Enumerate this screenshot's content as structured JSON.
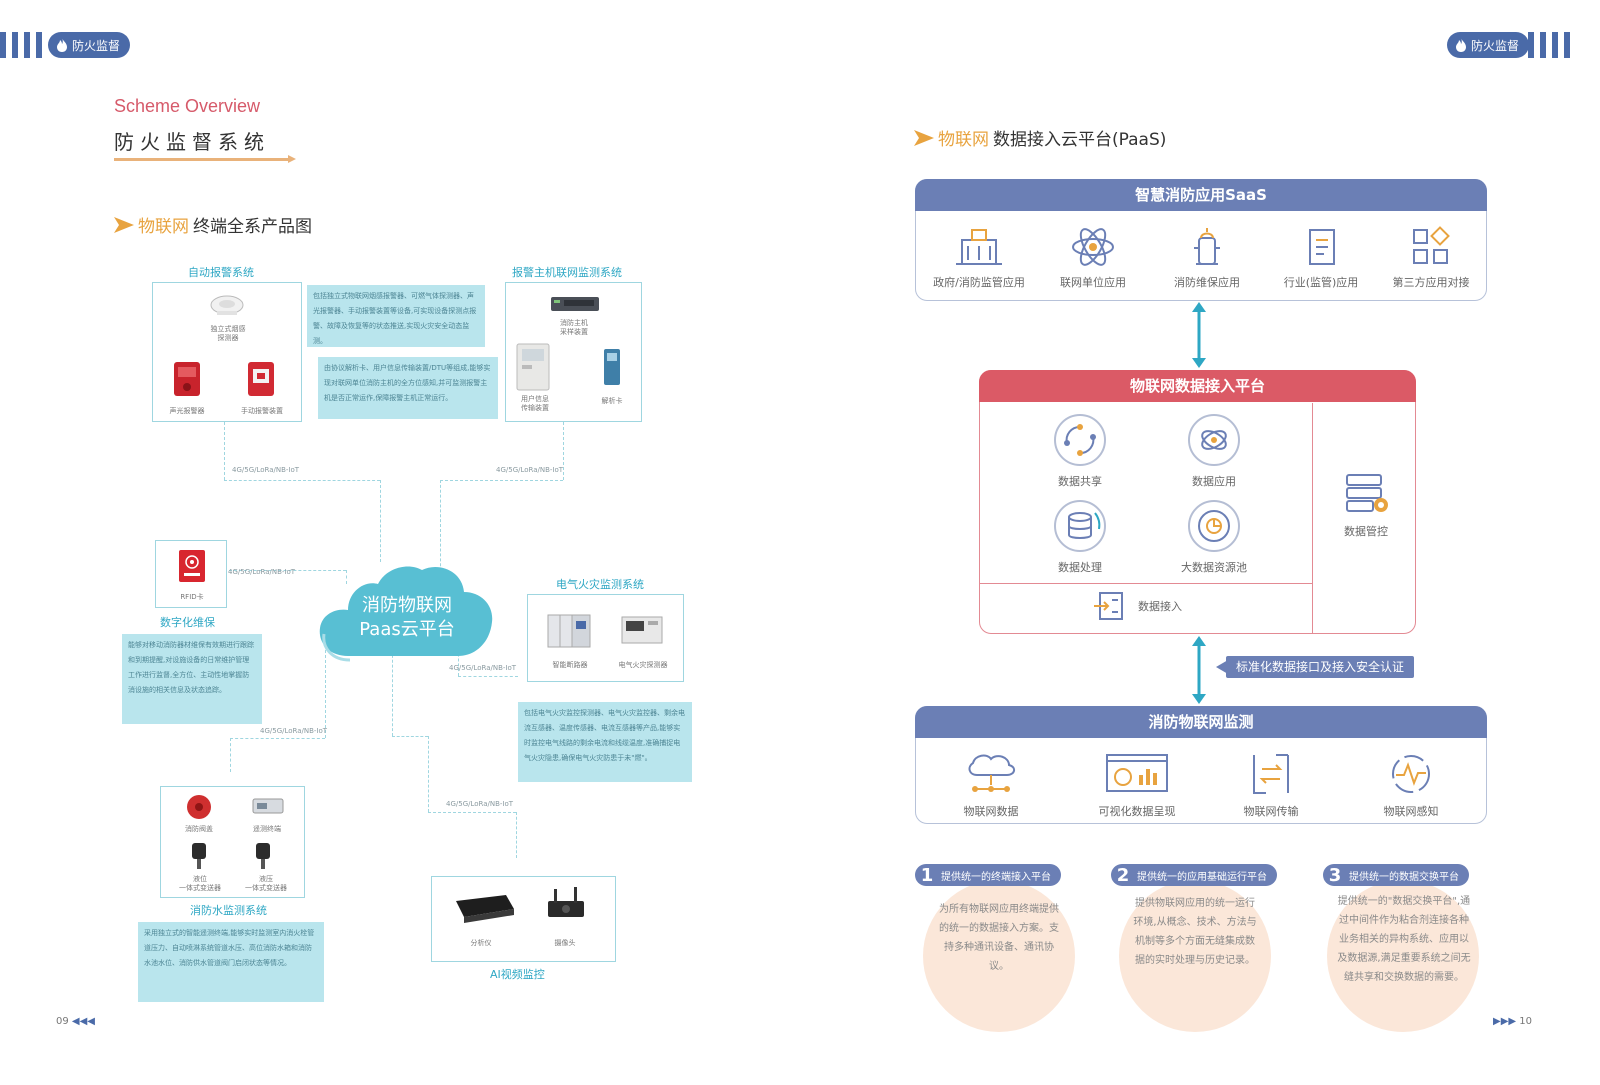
{
  "header": {
    "badge_left": "防火监督",
    "badge_right": "防火监督"
  },
  "left": {
    "scheme_en": "Scheme Overview",
    "scheme_cn": "防火监督系统",
    "section_title_hl": "物联网",
    "section_title_rest": "终端全系产品图",
    "auto_alarm": {
      "title": "自动报警系统",
      "items": [
        "独立式烟感\n探测器",
        "声光报警器",
        "手动报警装置"
      ],
      "note": "包括独立式物联网烟感报警器、可燃气体探测器、声光报警器、手动报警装置等设备,可实现设备探测点报警、故障及恢复等的状态推送,实现火灾安全动态监测。"
    },
    "host_monitor": {
      "title": "报警主机联网监测系统",
      "items": [
        "消防主机\n采样装置",
        "用户信息\n传输装置",
        "解析卡"
      ],
      "note": "由协议解析卡、用户信息传输装置/DTU等组成,能够实现对联网单位消防主机的全方位感知,并可监测报警主机是否正常运作,保障报警主机正常运行。"
    },
    "protocol": "4G/5G/LoRa/NB-IoT",
    "protocol_alt": "4G/5G/LoRa/NB-IoT",
    "rfid": {
      "item": "RFID卡",
      "title": "数字化维保",
      "note": "能够对移动消防器材维保有效期进行跟踪和到期提醒,对设施设备的日常维护管理工作进行监督,全方位、主动性地掌握防消设施的相关信息及状态追踪。"
    },
    "cloud": {
      "line1": "消防物联网",
      "line2": "Paas云平台"
    },
    "electric": {
      "title": "电气火灾监测系统",
      "items": [
        "智能断路器",
        "电气火灾探测器"
      ],
      "note": "包括电气火灾监控探测器、电气火灾监控器、剩余电流互感器、温度传感器、电流互感器等产品,能够实时监控电气线路的剩余电流和线缆温度,准确捕捉电气火灾隐患,确保电气火灾防患于未\"燃\"。"
    },
    "water": {
      "title": "消防水监测系统",
      "items": [
        "消防阀盖",
        "遥测终端",
        "液位\n一体式变送器",
        "液压\n一体式变送器"
      ],
      "note": "采用独立式的智能遥测终端,能够实时监测室内消火栓管道压力、自动喷淋系统管道水压、高位消防水箱和消防水池水位、消防供水管道阀门启闭状态等情况。"
    },
    "ai": {
      "title": "AI视频监控",
      "items": [
        "分析仪",
        "摄像头"
      ]
    },
    "page_num": "09"
  },
  "right": {
    "section_title_hl": "物联网",
    "section_title_rest": "数据接入云平台(PaaS)",
    "saas": {
      "title": "智慧消防应用SaaS",
      "items": [
        "政府/消防监管应用",
        "联网单位应用",
        "消防维保应用",
        "行业(监管)应用",
        "第三方应用对接"
      ]
    },
    "platform": {
      "title": "物联网数据接入平台",
      "items": [
        "数据共享",
        "数据应用",
        "数据处理",
        "大数据资源池"
      ],
      "access": "数据接入",
      "manage": "数据管控"
    },
    "interface_label": "标准化数据接口及接入安全认证",
    "monitor": {
      "title": "消防物联网监测",
      "items": [
        "物联网数据",
        "可视化数据呈现",
        "物联网传输",
        "物联网感知"
      ]
    },
    "features": [
      {
        "num": "1",
        "title": "提供统一的终端接入平台",
        "desc": "为所有物联网应用终端提供的统一的数据接入方案。支持多种通讯设备、通讯协议。"
      },
      {
        "num": "2",
        "title": "提供统一的应用基础运行平台",
        "desc": "提供物联网应用的统一运行环境,从概念、技术、方法与机制等多个方面无缝集成数据的实时处理与历史记录。"
      },
      {
        "num": "3",
        "title": "提供统一的数据交换平台",
        "desc": "提供统一的\"数据交换平台\",通过中间件作为粘合剂连接各种业务相关的异构系统、应用以及数据源,满足重要系统之间无缝共享和交换数据的需要。"
      }
    ],
    "page_num": "10"
  },
  "colors": {
    "blue": "#4a6aa8",
    "red": "#db5a66",
    "cyan": "#2ea7c4",
    "orange": "#e8a33f",
    "peach": "#fbe7d9"
  }
}
